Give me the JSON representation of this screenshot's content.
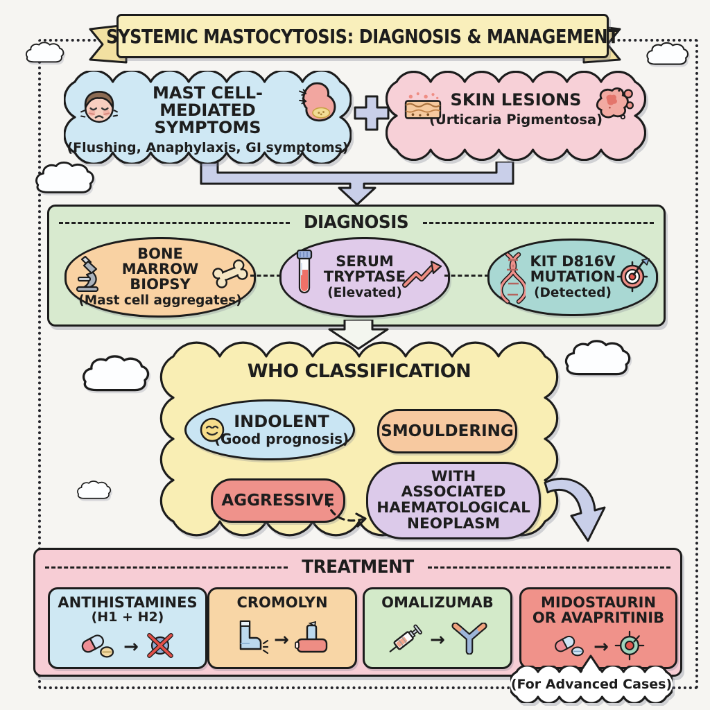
{
  "banner": {
    "title": "SYSTEMIC MASTOCYTOSIS: DIAGNOSIS & MANAGEMENT"
  },
  "presentation": {
    "symptoms": {
      "title": "MAST CELL-MEDIATED SYMPTOMS",
      "subtitle": "(Flushing, Anaphylaxis, GI symptoms)"
    },
    "plus": "+",
    "skin": {
      "title": "SKIN LESIONS",
      "subtitle": "(Urticaria Pigmentosa)"
    }
  },
  "diagnosis": {
    "title": "DIAGNOSIS",
    "items": [
      {
        "title": "BONE MARROW BIOPSY",
        "subtitle": "(Mast cell aggregates)"
      },
      {
        "title": "SERUM TRYPTASE",
        "subtitle": "(Elevated)"
      },
      {
        "title": "KIT D816V MUTATION",
        "subtitle": "(Detected)"
      }
    ]
  },
  "classification": {
    "title": "WHO CLASSIFICATION",
    "items": [
      {
        "label": "INDOLENT",
        "sublabel": "(Good prognosis)"
      },
      {
        "label": "SMOULDERING",
        "sublabel": ""
      },
      {
        "label": "AGGRESSIVE",
        "sublabel": ""
      },
      {
        "label": "WITH ASSOCIATED HAEMATOLOGICAL NEOPLASM",
        "sublabel": ""
      }
    ]
  },
  "treatment": {
    "title": "TREATMENT",
    "items": [
      {
        "title": "ANTIHISTAMINES",
        "subtitle": "(H1 + H2)"
      },
      {
        "title": "CROMOLYN",
        "subtitle": ""
      },
      {
        "title": "OMALIZUMAB",
        "subtitle": ""
      },
      {
        "title": "MIDOSTAURIN OR AVAPRITINIB",
        "subtitle": ""
      }
    ],
    "note": "(For Advanced Cases)"
  },
  "icons": {
    "flushed-face-icon": "flushed face",
    "stomach-icon": "stomach",
    "skin-layers-icon": "skin cross-section",
    "lesion-spots-icon": "skin lesions",
    "plus-icon": "+",
    "microscope-icon": "microscope",
    "bone-icon": "bone",
    "test-tube-icon": "blood test tube",
    "trend-up-icon": "rising arrow",
    "dna-icon": "DNA helix",
    "target-dart-icon": "target with dart",
    "smiley-icon": "smiling face",
    "pills-icon": "capsule and tablet",
    "blocked-mast-cell-icon": "mast cell crossed out",
    "inhaler-icon": "inhaler",
    "solution-bottle-icon": "cromolyn bottle",
    "syringe-icon": "syringe",
    "antibody-icon": "antibody",
    "target-cell-icon": "targeted cell",
    "cloud-icon": "decorative cloud",
    "right-arrow-icon": "→"
  },
  "colors": {
    "banner_yellow": "#f9efbb",
    "symptom_blue": "#cfe8f4",
    "skin_pink": "#f7d0d7",
    "connector_lavender": "#c9cfe9",
    "diagnosis_green": "#d8eacf",
    "biopsy_orange": "#f9d2a3",
    "tryptase_purple": "#e0cbea",
    "kit_teal": "#a9d8d3",
    "who_yellow": "#f9eeb4",
    "indolent_blue": "#c9e5f3",
    "smouldering_orange": "#f7c9a0",
    "aggressive_red": "#ef928b",
    "neoplasm_purple": "#dccaea",
    "treatment_pink": "#f7cdd5",
    "antihistamine_blue": "#cfe8f3",
    "cromolyn_orange": "#f8d6a6",
    "omalizumab_green": "#d3eac9",
    "midostaurin_red": "#f0928a",
    "outline": "#1c1c1c"
  }
}
